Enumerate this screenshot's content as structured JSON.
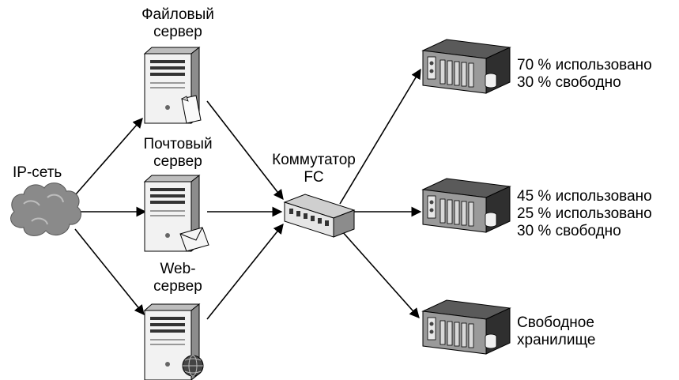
{
  "nodes": {
    "ip_network": {
      "label": "IP-сеть"
    },
    "file_server": {
      "label_line1": "Файловый",
      "label_line2": "сервер"
    },
    "mail_server": {
      "label_line1": "Почтовый",
      "label_line2": "сервер"
    },
    "web_server": {
      "label_line1": "Web-",
      "label_line2": "сервер"
    },
    "fc_switch": {
      "label_line1": "Коммутатор",
      "label_line2": "FC"
    },
    "storage_1": {
      "lines": [
        "70 % использовано",
        "30 % свободно"
      ]
    },
    "storage_2": {
      "lines": [
        "45 % использовано",
        "25 % использовано",
        "30 % свободно"
      ]
    },
    "storage_3": {
      "lines": [
        "Свободное",
        "хранилище"
      ]
    }
  },
  "icons": {
    "network": "cloud-icon",
    "server": "tower-server-icon",
    "file": "document-icon",
    "mail": "envelope-icon",
    "web": "globe-icon",
    "switch": "fc-switch-icon",
    "storage": "disk-array-icon"
  },
  "colors": {
    "stroke": "#000000",
    "server_face": "#f2f2f2",
    "server_side": "#8c8c8c",
    "storage_dark": "#3a3a3a",
    "cloud": "#8a8a8a"
  }
}
